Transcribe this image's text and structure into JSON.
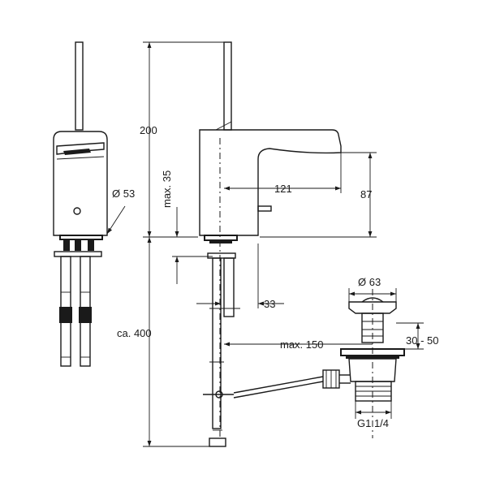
{
  "dimensions": {
    "height_total": "200",
    "max_35": "max. 35",
    "diameter_53": "Ø 53",
    "spout_reach": "121",
    "spout_height": "87",
    "below_deck": "ca. 400",
    "offset_33": "33",
    "max_150": "max. 150",
    "waste_diameter": "Ø 63",
    "waste_range": "30 - 50",
    "thread": "G1 1/4"
  }
}
